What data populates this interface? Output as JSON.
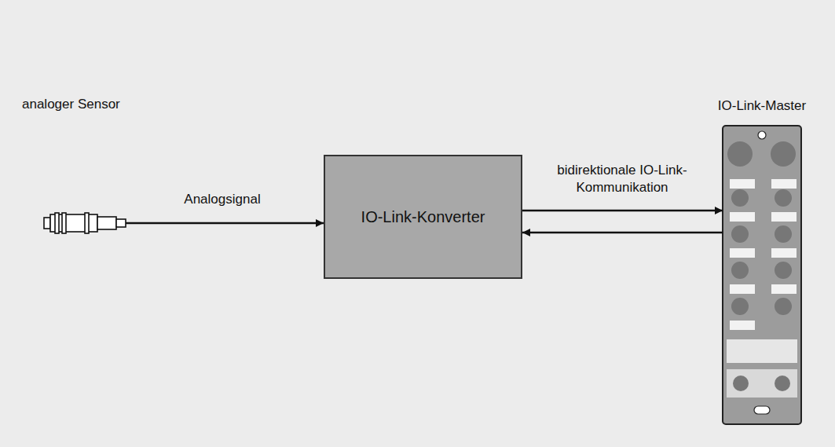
{
  "diagram": {
    "nodes": [
      {
        "text": [
          "analoger Sensor"
        ]
      },
      {
        "text": [
          "IO-Link-Konverter"
        ]
      },
      {
        "text": [
          "IO-Link-Master"
        ]
      }
    ],
    "edges": [
      {
        "from": 0,
        "to": 1,
        "label": "Analogsignal",
        "arrow": "to"
      },
      {
        "from": 1,
        "to": 2,
        "label": "bidirektionale IO-Link-Kommunikation",
        "arrow": "to"
      },
      {
        "from": 2,
        "to": 1,
        "arrow": "to"
      }
    ]
  }
}
